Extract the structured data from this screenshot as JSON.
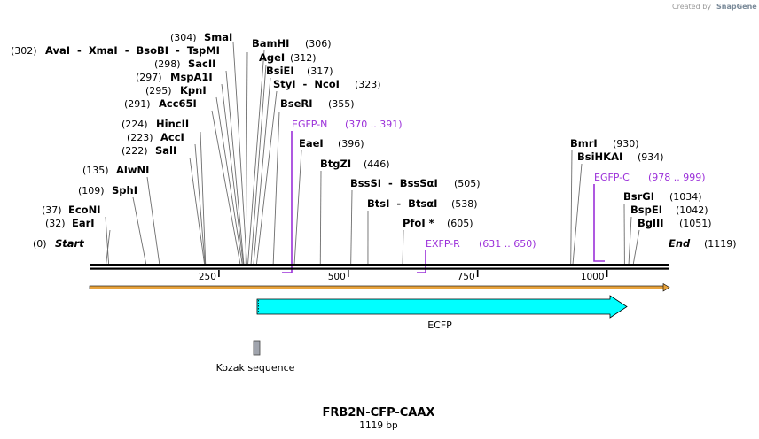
{
  "header": {
    "credit_prefix": "Created by",
    "credit_brand": "SnapGene"
  },
  "map": {
    "title": "FRB2N-CFP-CAAX",
    "length_label": "1119 bp",
    "length_bp": 1119,
    "backbone_color": "#000000",
    "orf_track_colors": [
      "#e8a33c",
      "#000000"
    ],
    "ticks": [
      "250",
      "500",
      "750",
      "1000"
    ],
    "start": {
      "label": "Start",
      "pos": "(0)"
    },
    "end": {
      "label": "End",
      "pos": "(1119)"
    }
  },
  "sites": [
    {
      "name": "AvaI  -  XmaI  -  BsoBI  -  TspMI",
      "pos": "(302)",
      "bp": 302
    },
    {
      "name": "SmaI",
      "pos": "(304)",
      "bp": 304
    },
    {
      "name": "BamHI",
      "pos": "(306)",
      "bp": 306
    },
    {
      "name": "SacII",
      "pos": "(298)",
      "bp": 298
    },
    {
      "name": "AgeI",
      "pos": "(312)",
      "bp": 312
    },
    {
      "name": "MspA1I",
      "pos": "(297)",
      "bp": 297
    },
    {
      "name": "BsiEI",
      "pos": "(317)",
      "bp": 317
    },
    {
      "name": "KpnI",
      "pos": "(295)",
      "bp": 295
    },
    {
      "name": "StyI  -  NcoI",
      "pos": "(323)",
      "bp": 323
    },
    {
      "name": "Acc65I",
      "pos": "(291)",
      "bp": 291
    },
    {
      "name": "BseRI",
      "pos": "(355)",
      "bp": 355
    },
    {
      "name": "HincII",
      "pos": "(224)",
      "bp": 224
    },
    {
      "name": "AccI",
      "pos": "(223)",
      "bp": 223
    },
    {
      "name": "SalI",
      "pos": "(222)",
      "bp": 222
    },
    {
      "name": "EaeI",
      "pos": "(396)",
      "bp": 396
    },
    {
      "name": "AlwNI",
      "pos": "(135)",
      "bp": 135
    },
    {
      "name": "BtgZI",
      "pos": "(446)",
      "bp": 446
    },
    {
      "name": "SphI",
      "pos": "(109)",
      "bp": 109
    },
    {
      "name": "BssSI  -  BssSαI",
      "pos": "(505)",
      "bp": 505
    },
    {
      "name": "EcoNI",
      "pos": "(37)",
      "bp": 37
    },
    {
      "name": "BtsI  -  BtsαI",
      "pos": "(538)",
      "bp": 538
    },
    {
      "name": "EarI",
      "pos": "(32)",
      "bp": 32
    },
    {
      "name": "PfoI *",
      "pos": "(605)",
      "bp": 605
    },
    {
      "name": "BmrI",
      "pos": "(930)",
      "bp": 930
    },
    {
      "name": "BsiHKAI",
      "pos": "(934)",
      "bp": 934
    },
    {
      "name": "BsrGI",
      "pos": "(1034)",
      "bp": 1034
    },
    {
      "name": "BspEI",
      "pos": "(1042)",
      "bp": 1042
    },
    {
      "name": "BglII",
      "pos": "(1051)",
      "bp": 1051
    }
  ],
  "primers": [
    {
      "name": "EGFP-N",
      "range": "(370 .. 391)",
      "start": 370,
      "end": 391,
      "strand": "forward"
    },
    {
      "name": "EXFP-R",
      "range": "(631 .. 650)",
      "start": 631,
      "end": 650,
      "strand": "reverse"
    },
    {
      "name": "EGFP-C",
      "range": "(978 .. 999)",
      "start": 978,
      "end": 999,
      "strand": "forward"
    }
  ],
  "primer_color": "#9b30d9",
  "features": [
    {
      "name": "ECFP",
      "start": 323,
      "end": 1039,
      "color": "#00ffff",
      "type": "arrow"
    },
    {
      "name": "Kozak sequence",
      "start": 313,
      "end": 322,
      "color": "#a0a4ad",
      "type": "box"
    }
  ]
}
